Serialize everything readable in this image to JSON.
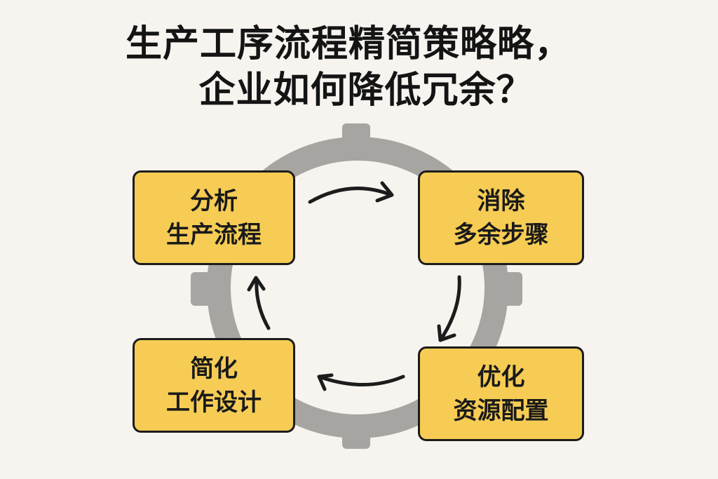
{
  "title": {
    "line1": "生产工序流程精简策略略，",
    "line2": "企业如何降低冗余？"
  },
  "colors": {
    "background": "#f7f4ef",
    "box_fill": "#f6cc55",
    "box_border": "#1c1c1c",
    "gear": "#a7a5a2",
    "arrow": "#1c1c1c"
  },
  "steps": [
    {
      "line1": "分析",
      "line2": "生产流程"
    },
    {
      "line1": "消除",
      "line2": "多余步骤"
    },
    {
      "line1": "优化",
      "line2": "资源配置"
    },
    {
      "line1": "简化",
      "line2": "工作设计"
    }
  ],
  "icons": {
    "gear": "gear-icon",
    "arrows": "cycle-arrow-icon"
  }
}
